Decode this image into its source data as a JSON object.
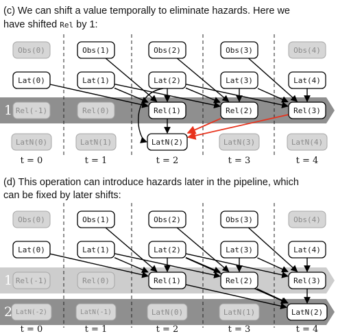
{
  "panel_c": {
    "caption_line1": "(c) We can shift a value temporally to eliminate hazards. Here we",
    "caption_line2_pre": "have shifted ",
    "caption_line2_code": "Rel",
    "caption_line2_post": " by 1:",
    "band_label": "1",
    "time_labels": [
      "t = 0",
      "t = 1",
      "t = 2",
      "t = 3",
      "t = 4"
    ],
    "nodes": [
      {
        "id": "obs0",
        "label": "Obs(0)",
        "style": "ghost"
      },
      {
        "id": "obs1",
        "label": "Obs(1)",
        "style": "active"
      },
      {
        "id": "obs2",
        "label": "Obs(2)",
        "style": "active"
      },
      {
        "id": "obs3",
        "label": "Obs(3)",
        "style": "active"
      },
      {
        "id": "obs4",
        "label": "Obs(4)",
        "style": "ghost"
      },
      {
        "id": "lat0",
        "label": "Lat(0)",
        "style": "active"
      },
      {
        "id": "lat1",
        "label": "Lat(1)",
        "style": "active"
      },
      {
        "id": "lat2",
        "label": "Lat(2)",
        "style": "active"
      },
      {
        "id": "lat3",
        "label": "Lat(3)",
        "style": "active"
      },
      {
        "id": "lat4",
        "label": "Lat(4)",
        "style": "active"
      },
      {
        "id": "relm1",
        "label": "Rel(-1)",
        "style": "ghost"
      },
      {
        "id": "rel0",
        "label": "Rel(0)",
        "style": "ghost"
      },
      {
        "id": "rel1",
        "label": "Rel(1)",
        "style": "active"
      },
      {
        "id": "rel2",
        "label": "Rel(2)",
        "style": "active"
      },
      {
        "id": "rel3",
        "label": "Rel(3)",
        "style": "active"
      },
      {
        "id": "latn0",
        "label": "LatN(0)",
        "style": "ghost"
      },
      {
        "id": "latn1",
        "label": "LatN(1)",
        "style": "ghost"
      },
      {
        "id": "latn2",
        "label": "LatN(2)",
        "style": "active"
      },
      {
        "id": "latn3",
        "label": "LatN(3)",
        "style": "ghost"
      },
      {
        "id": "latn4",
        "label": "LatN(4)",
        "style": "ghost"
      }
    ],
    "edges": [
      {
        "from": "obs1",
        "to": "rel1"
      },
      {
        "from": "lat0",
        "to": "rel1"
      },
      {
        "from": "lat1",
        "to": "rel1"
      },
      {
        "from": "lat1",
        "to": "rel2"
      },
      {
        "from": "obs2",
        "to": "rel2"
      },
      {
        "from": "lat2",
        "to": "rel1"
      },
      {
        "from": "lat2",
        "to": "rel2"
      },
      {
        "from": "lat2",
        "to": "rel3"
      },
      {
        "from": "lat2",
        "to": "latn2",
        "curve": true
      },
      {
        "from": "rel1",
        "to": "latn2"
      },
      {
        "from": "obs3",
        "to": "rel3"
      },
      {
        "from": "lat3",
        "to": "rel2"
      },
      {
        "from": "lat3",
        "to": "rel3"
      },
      {
        "from": "lat4",
        "to": "rel3"
      },
      {
        "from": "rel2",
        "to": "latn2",
        "color": "red"
      },
      {
        "from": "rel3",
        "to": "latn2",
        "color": "red"
      }
    ]
  },
  "panel_d": {
    "caption_line1": "(d) This operation can introduce hazards later in the pipeline, which",
    "caption_line2": "can be fixed by later shifts:",
    "band1_label": "1",
    "band2_label": "2",
    "time_labels": [
      "t = 0",
      "t = 1",
      "t = 2",
      "t = 3",
      "t = 4"
    ],
    "nodes": [
      {
        "id": "obs0",
        "label": "Obs(0)",
        "style": "ghost"
      },
      {
        "id": "obs1",
        "label": "Obs(1)",
        "style": "active"
      },
      {
        "id": "obs2",
        "label": "Obs(2)",
        "style": "active"
      },
      {
        "id": "obs3",
        "label": "Obs(3)",
        "style": "active"
      },
      {
        "id": "obs4",
        "label": "Obs(4)",
        "style": "ghost"
      },
      {
        "id": "lat0",
        "label": "Lat(0)",
        "style": "active"
      },
      {
        "id": "lat1",
        "label": "Lat(1)",
        "style": "active"
      },
      {
        "id": "lat2",
        "label": "Lat(2)",
        "style": "active"
      },
      {
        "id": "lat3",
        "label": "Lat(3)",
        "style": "active"
      },
      {
        "id": "lat4",
        "label": "Lat(4)",
        "style": "active"
      },
      {
        "id": "relm1",
        "label": "Rel(-1)",
        "style": "ghost"
      },
      {
        "id": "rel0",
        "label": "Rel(0)",
        "style": "ghost"
      },
      {
        "id": "rel1",
        "label": "Rel(1)",
        "style": "active"
      },
      {
        "id": "rel2",
        "label": "Rel(2)",
        "style": "active"
      },
      {
        "id": "rel3",
        "label": "Rel(3)",
        "style": "active"
      },
      {
        "id": "latnm2",
        "label": "LatN(-2)",
        "style": "ghost"
      },
      {
        "id": "latnm1",
        "label": "LatN(-1)",
        "style": "ghost"
      },
      {
        "id": "latn0",
        "label": "LatN(0)",
        "style": "ghost"
      },
      {
        "id": "latn1",
        "label": "LatN(1)",
        "style": "ghost"
      },
      {
        "id": "latn2",
        "label": "LatN(2)",
        "style": "active"
      }
    ],
    "edges": [
      {
        "from": "obs1",
        "to": "rel1"
      },
      {
        "from": "lat0",
        "to": "rel1"
      },
      {
        "from": "lat1",
        "to": "rel1"
      },
      {
        "from": "lat1",
        "to": "rel2"
      },
      {
        "from": "obs2",
        "to": "rel2"
      },
      {
        "from": "lat2",
        "to": "rel1"
      },
      {
        "from": "lat2",
        "to": "rel2"
      },
      {
        "from": "lat2",
        "to": "rel3"
      },
      {
        "from": "lat2",
        "to": "latn2"
      },
      {
        "from": "rel1",
        "to": "latn2"
      },
      {
        "from": "obs3",
        "to": "rel3"
      },
      {
        "from": "lat3",
        "to": "rel2"
      },
      {
        "from": "lat3",
        "to": "rel3"
      },
      {
        "from": "lat4",
        "to": "rel3"
      },
      {
        "from": "rel2",
        "to": "latn2"
      },
      {
        "from": "rel3",
        "to": "latn2"
      }
    ]
  },
  "colors": {
    "band_dark": "#8f8f8f",
    "band_light": "#cdcdcd",
    "ghost_fill": "#d6d6d6",
    "ghost_stroke": "#a6a6a6",
    "active_fill": "#ffffff",
    "active_stroke": "#000000",
    "hazard_edge": "#e8321c",
    "edge": "#000000"
  }
}
